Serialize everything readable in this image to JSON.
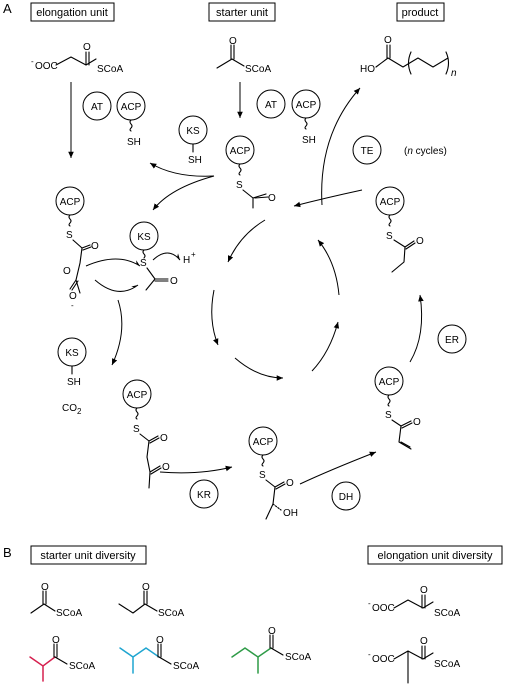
{
  "panel_a": {
    "letter": "A",
    "headers": {
      "elongation": "elongation unit",
      "starter": "starter unit",
      "product": "product"
    },
    "labels": {
      "minus": "-",
      "ooc": "OOC",
      "scoa": "SCoA",
      "o": "O",
      "ho": "HO",
      "n": "n",
      "sh": "SH",
      "s": "S",
      "oh": "OH",
      "h_plus": "H",
      "plus": "+",
      "co2_co": "CO",
      "co2_sub": "2",
      "o_minus": "O"
    },
    "enzymes": {
      "acp": "ACP",
      "at": "AT",
      "ks": "KS",
      "te": "TE",
      "er": "ER",
      "kr": "KR",
      "dh": "DH"
    },
    "cycles": {
      "n": "n",
      "rest": " cycles)",
      "open": "("
    }
  },
  "panel_b": {
    "letter": "B",
    "headers": {
      "starter_diversity": "starter unit diversity",
      "elongation_diversity": "elongation unit diversity"
    }
  },
  "colors": {
    "red": "#d6204f",
    "blue": "#1fa5d0",
    "green": "#2e9b47"
  }
}
